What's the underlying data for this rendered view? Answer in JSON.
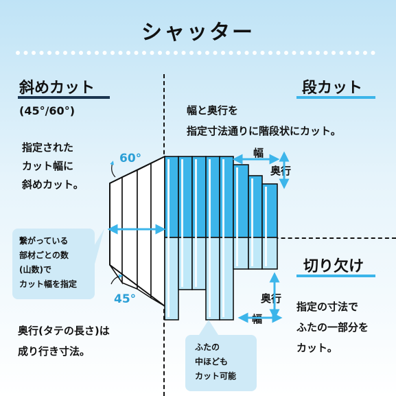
{
  "title": "シャッター",
  "diagonal_cut": {
    "heading": "斜めカット",
    "subheading": "(45°/60°)",
    "description": "指定された\nカット幅に\n斜めカット。",
    "angle_top": "60°",
    "angle_bottom": "45°",
    "callout": "繋がっている\n部材ごとの数\n(山数)で\nカット幅を指定"
  },
  "step_cut": {
    "heading": "段カット",
    "description": "幅と奥行を\n指定寸法通りに階段状にカット。",
    "width_label": "幅",
    "depth_label": "奥行"
  },
  "notch": {
    "heading": "切り欠け",
    "description": "指定の寸法で\nふたの一部分を\nカット。",
    "depth_label": "奥行",
    "width_label": "幅",
    "callout": "ふたの\n中ほども\nカット可能"
  },
  "depth_note": "奥行(タテの長さ)は\n成り行き寸法。",
  "colors": {
    "accent_blue": "#3cb5ea",
    "light_blue": "#bfe8f8",
    "dark_navy": "#1a3550",
    "callout_bg": "#cfeaf7"
  }
}
